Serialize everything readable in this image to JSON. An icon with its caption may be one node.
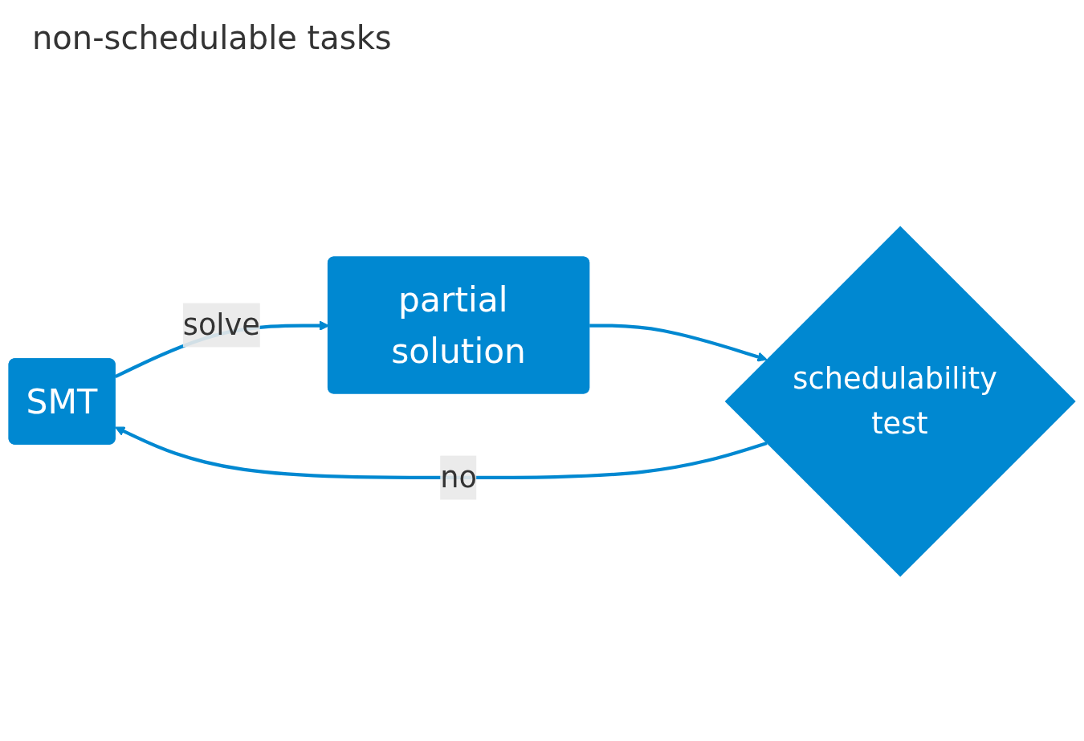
{
  "diagram": {
    "nodes": [
      {
        "text": [
          "SMT"
        ]
      },
      {
        "text": [
          "partial solution"
        ]
      },
      {
        "text": [
          "schedulability test"
        ]
      }
    ],
    "edges": [
      {
        "from": 0,
        "to": 1,
        "arrow": "to",
        "label": "solve"
      },
      {
        "from": 1,
        "to": 2,
        "arrow": "to"
      },
      {
        "from": 2,
        "to": 0,
        "arrow": "to",
        "label": "no"
      }
    ],
    "labels": [
      "non-schedulable tasks"
    ]
  }
}
